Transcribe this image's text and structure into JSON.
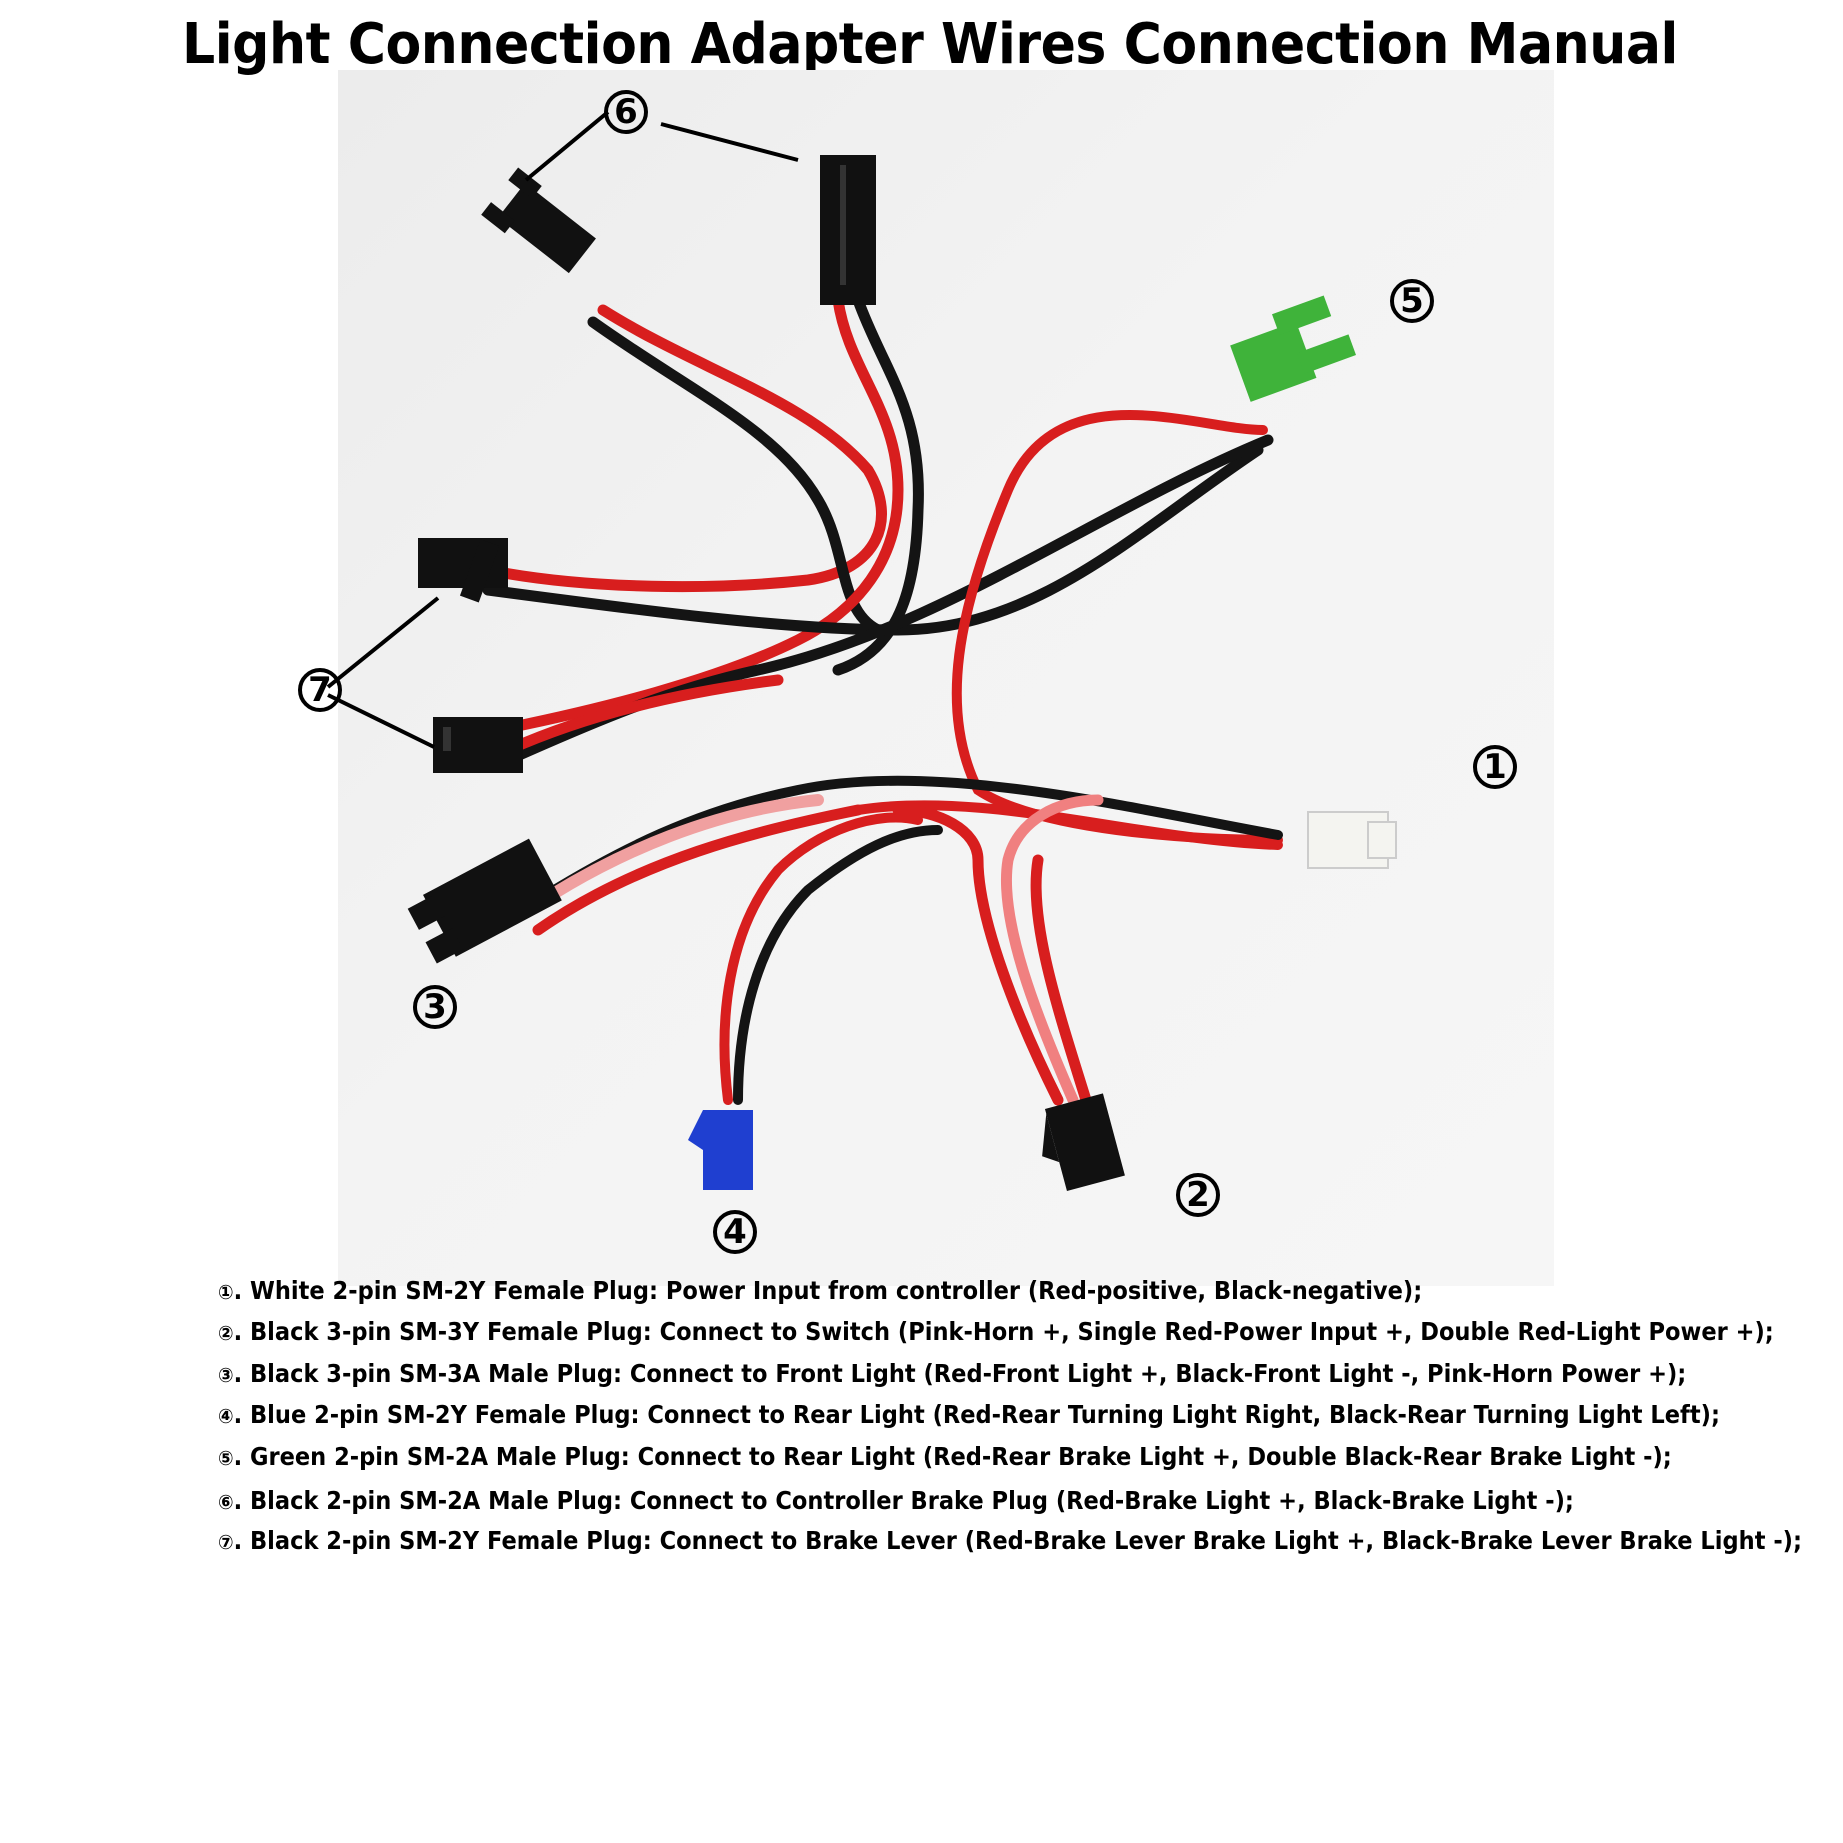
{
  "title": "Light Connection Adapter Wires Connection Manual",
  "photo": {
    "description": "Photo of wiring harness with multiple connectors",
    "markers": [
      {
        "id": "1",
        "label": "①",
        "connector": "White 2-pin SM-2Y Female Plug"
      },
      {
        "id": "2",
        "label": "②",
        "connector": "Black 3-pin SM-3Y Female Plug"
      },
      {
        "id": "3",
        "label": "③",
        "connector": "Black 3-pin SM-3A Male Plug"
      },
      {
        "id": "4",
        "label": "④",
        "connector": "Blue 2-pin SM-2Y Female Plug"
      },
      {
        "id": "5",
        "label": "⑤",
        "connector": "Green 2-pin SM-2A Male Plug"
      },
      {
        "id": "6",
        "label": "⑥",
        "connector": "Black 2-pin SM-2A Male Plug"
      },
      {
        "id": "7",
        "label": "⑦",
        "connector": "Black 2-pin SM-2Y Female Plug"
      }
    ],
    "colors": {
      "wire_red": "#d81e1e",
      "wire_pink": "#f0a0a0",
      "wire_black": "#141414",
      "connector_black": "#111111",
      "connector_white": "#f4f4f0",
      "connector_green": "#3fb33a",
      "connector_blue": "#1f3fd0"
    }
  },
  "legend": [
    {
      "num": "①",
      "text": ". White 2-pin SM-2Y Female Plug: Power Input from controller (Red-positive, Black-negative);"
    },
    {
      "num": "②",
      "text": ". Black 3-pin SM-3Y Female Plug: Connect to Switch (Pink-Horn +, Single Red-Power Input +, Double Red-Light Power +);"
    },
    {
      "num": "③",
      "text": ". Black 3-pin SM-3A Male Plug: Connect to Front Light (Red-Front Light +, Black-Front Light -, Pink-Horn Power +);"
    },
    {
      "num": "④",
      "text": ". Blue 2-pin SM-2Y Female Plug: Connect to Rear Light (Red-Rear Turning Light Right, Black-Rear Turning Light Left);"
    },
    {
      "num": "⑤",
      "text": ". Green 2-pin SM-2A Male Plug: Connect to Rear Light (Red-Rear Brake Light +, Double Black-Rear Brake Light -);"
    },
    {
      "num": "⑥",
      "text": ". Black 2-pin SM-2A Male Plug: Connect to Controller Brake Plug (Red-Brake Light +, Black-Brake Light -);"
    },
    {
      "num": "⑦",
      "text": ". Black 2-pin SM-2Y Female Plug: Connect to Brake Lever (Red-Brake Lever Brake Light +, Black-Brake Lever Brake Light -);"
    }
  ]
}
